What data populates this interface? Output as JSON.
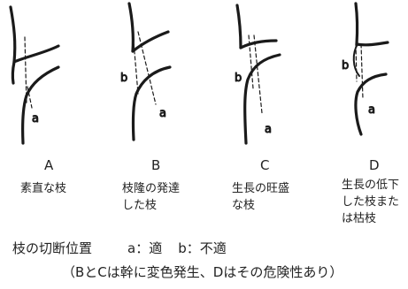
{
  "panels": [
    {
      "letter": "A",
      "caption": "素直な枝",
      "labels": [
        "a"
      ]
    },
    {
      "letter": "B",
      "caption": "枝隆の発達\nした枝",
      "labels": [
        "b",
        "a"
      ]
    },
    {
      "letter": "C",
      "caption": "生長の旺盛\nな枝",
      "labels": [
        "b",
        "a"
      ]
    },
    {
      "letter": "D",
      "caption": "生長の低下\nした枝また\nは枯枝",
      "labels": [
        "b",
        "a"
      ]
    }
  ],
  "legend": {
    "title": "枝の切断位置",
    "a_item": "a：適",
    "b_item": "b：不適"
  },
  "note": "（BとCは幹に変色発生、Dはその危険性あり）"
}
